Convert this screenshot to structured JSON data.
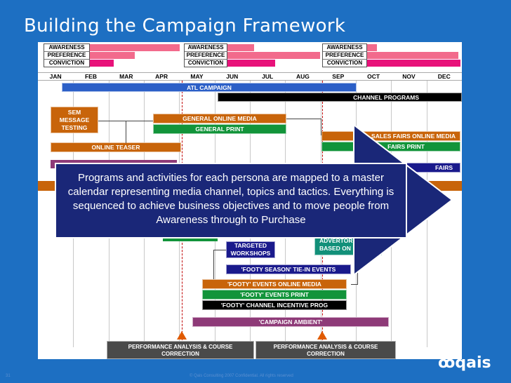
{
  "slide": {
    "title": "Building the Campaign Framework",
    "page_number": "31",
    "copyright": "© Qais Consulting 2007 Confidential. All rights reserved",
    "logo_text": "qais"
  },
  "stage_labels": [
    "AWARENESS",
    "PREFERENCE",
    "CONVICTION"
  ],
  "months": [
    "JAN",
    "FEB",
    "MAR",
    "APR",
    "MAY",
    "JUN",
    "JUL",
    "AUG",
    "SEP",
    "OCT",
    "NOV",
    "DEC"
  ],
  "bars": {
    "atl_campaign": "ATL CAMPAIGN",
    "channel_programs": "CHANNEL PROGRAMS",
    "sem_message_testing_1": "SEM",
    "sem_message_testing_2": "MESSAGE",
    "sem_message_testing_3": "TESTING",
    "general_online_media": "GENERAL ONLINE MEDIA",
    "general_print": "GENERAL PRINT",
    "online_teaser": "ONLINE TEASER",
    "sales_fairs_online_media": "SALES FAIRS ONLINE MEDIA",
    "fairs_print": "FAIRS PRINT",
    "fairs": "FAIRS",
    "targeted_workshops_1": "TARGETED",
    "targeted_workshops_2": "WORKSHOPS",
    "advertorials_1": "ADVERTOR",
    "advertorials_2": "BASED ON",
    "footy_season_tie_in_events": "'FOOTY SEASON' TIE-IN EVENTS",
    "footy_events_online_media": "'FOOTY' EVENTS ONLINE MEDIA",
    "footy_events_print": "'FOOTY' EVENTS PRINT",
    "footy_channel_incentive_prog": "'FOOTY' CHANNEL INCENTIVE PROG",
    "campaign_ambient": "'CAMPAIGN AMBIENT'",
    "performance_analysis_1_line1": "PERFORMANCE ANALYSIS & COURSE",
    "performance_analysis_1_line2": "CORRECTION",
    "performance_analysis_2_line1": "PERFORMANCE ANALYSIS & COURSE",
    "performance_analysis_2_line2": "CORRECTION"
  },
  "callout": {
    "text": "Programs and activities for each persona are mapped to a master calendar representing media channel, topics and tactics. Everything is sequenced to achieve business objectives and to move people from Awareness through to Purchase"
  },
  "colors": {
    "background": "#1d6fc2",
    "blue_bar": "#2b5fc7",
    "black_bar": "#000000",
    "orange_bar": "#c8640a",
    "green_bar": "#12943a",
    "navy_bar": "#1a1a8c",
    "purple_bar": "#8e3a78",
    "teal_bar": "#129079",
    "pink": "#f26a8c",
    "magenta": "#e8127a",
    "callout": "#1a2778"
  }
}
